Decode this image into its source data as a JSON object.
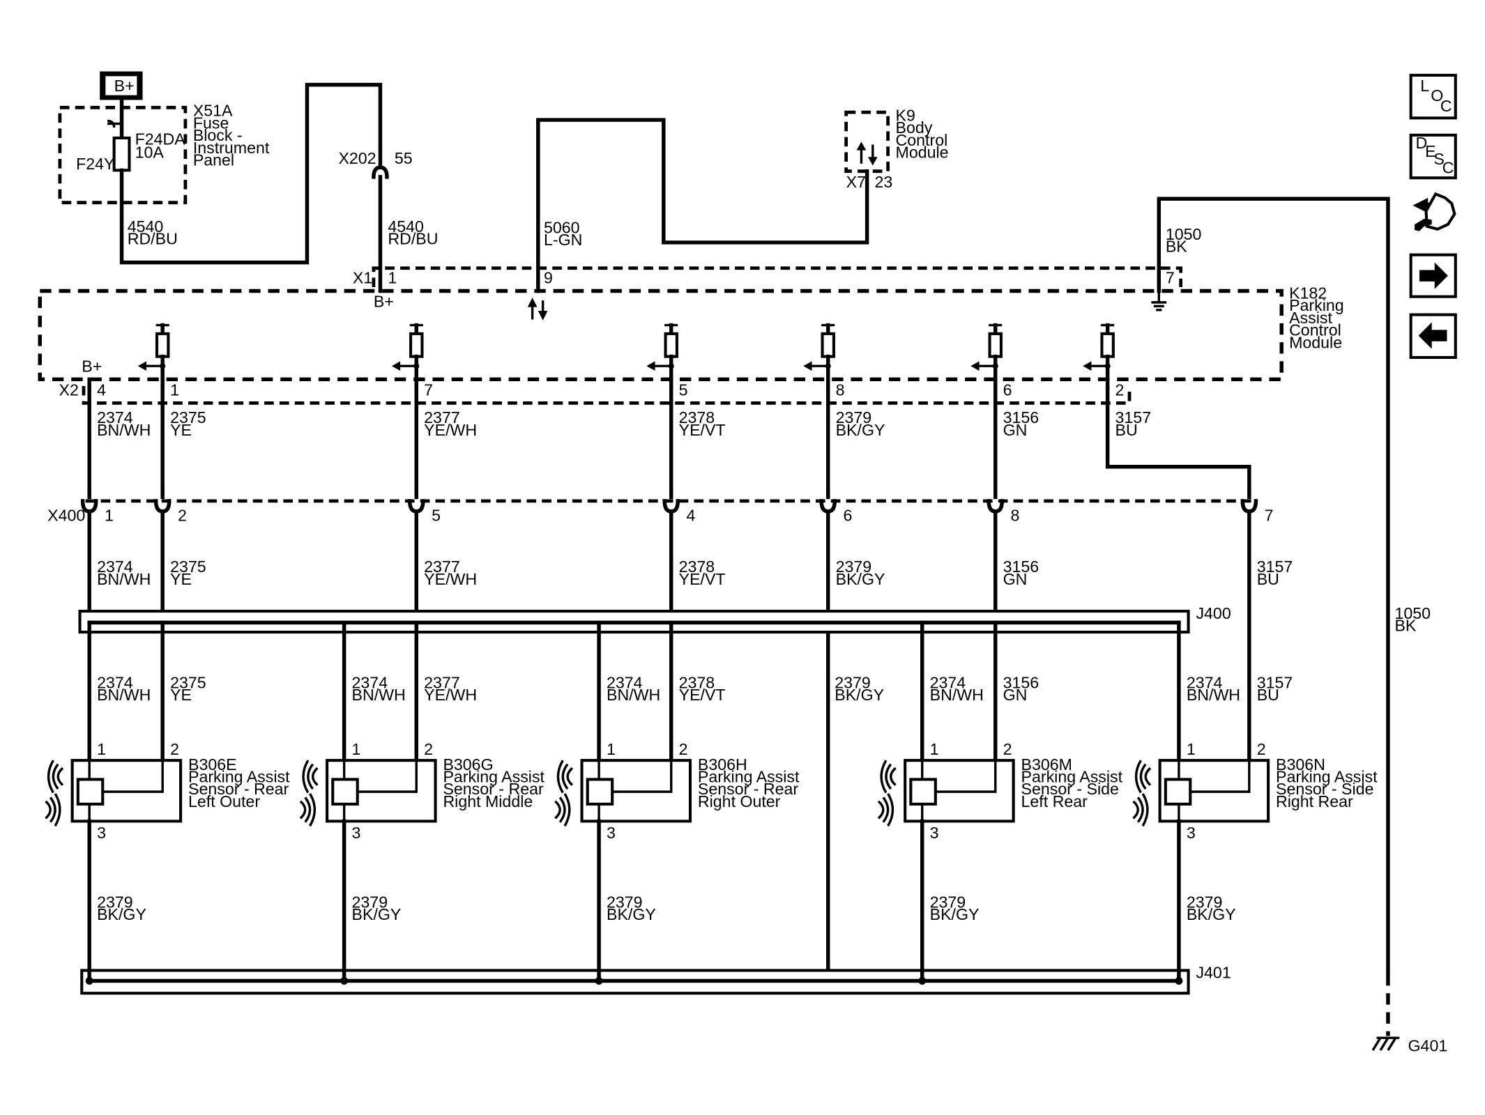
{
  "power": {
    "batt_label": "B+",
    "fuse_block_id": "X51A",
    "fuse_block_name": [
      "Fuse",
      "Block -",
      "Instrument",
      "Panel"
    ],
    "fuse_id": "F24DA",
    "fuse_rating": "10A",
    "fuse_alt_id": "F24Y"
  },
  "circuits_top": {
    "feed_a": {
      "num": "4540",
      "color": "RD/BU"
    },
    "feed_b": {
      "num": "4540",
      "color": "RD/BU"
    },
    "lin": {
      "num": "5060",
      "color": "L-GN"
    },
    "ground": {
      "num": "1050",
      "color": "BK"
    },
    "ground_right": {
      "num": "1050",
      "color": "BK"
    }
  },
  "x202": {
    "id": "X202",
    "pin": "55"
  },
  "k9": {
    "id": "K9",
    "name": [
      "Body",
      "Control",
      "Module"
    ],
    "conn": "X7",
    "pin": "23"
  },
  "k182": {
    "id": "K182",
    "name": [
      "Parking",
      "Assist",
      "Control",
      "Module"
    ],
    "x1": "X1",
    "x1_pins": [
      "1",
      "9",
      "7"
    ],
    "bplus_top": "B+",
    "bplus_x2": "B+",
    "x2": "X2",
    "x2_pins": [
      "4",
      "1",
      "7",
      "5",
      "8",
      "6",
      "2"
    ]
  },
  "x2_wires": [
    {
      "num": "2374",
      "color": "BN/WH"
    },
    {
      "num": "2375",
      "color": "YE"
    },
    {
      "num": "2377",
      "color": "YE/WH"
    },
    {
      "num": "2378",
      "color": "YE/VT"
    },
    {
      "num": "2379",
      "color": "BK/GY"
    },
    {
      "num": "3156",
      "color": "GN"
    },
    {
      "num": "3157",
      "color": "BU"
    }
  ],
  "x400": {
    "id": "X400",
    "pins": [
      "1",
      "2",
      "5",
      "4",
      "6",
      "8",
      "7"
    ]
  },
  "x400_wires": [
    {
      "num": "2374",
      "color": "BN/WH"
    },
    {
      "num": "2375",
      "color": "YE"
    },
    {
      "num": "2377",
      "color": "YE/WH"
    },
    {
      "num": "2378",
      "color": "YE/VT"
    },
    {
      "num": "2379",
      "color": "BK/GY"
    },
    {
      "num": "3156",
      "color": "GN"
    },
    {
      "num": "3157",
      "color": "BU"
    }
  ],
  "j400": {
    "id": "J400"
  },
  "j401": {
    "id": "J401"
  },
  "sensors": [
    {
      "id": "B306E",
      "name": [
        "Parking Assist",
        "Sensor - Rear",
        "Left Outer"
      ],
      "pin1": "1",
      "pin2": "2",
      "pin3": "3",
      "w1": {
        "num": "2374",
        "color": "BN/WH"
      },
      "w2": {
        "num": "2375",
        "color": "YE"
      },
      "w3": {
        "num": "2379",
        "color": "BK/GY"
      }
    },
    {
      "id": "B306G",
      "name": [
        "Parking Assist",
        "Sensor - Rear",
        "Right Middle"
      ],
      "pin1": "1",
      "pin2": "2",
      "pin3": "3",
      "w1": {
        "num": "2374",
        "color": "BN/WH"
      },
      "w2": {
        "num": "2377",
        "color": "YE/WH"
      },
      "w3": {
        "num": "2379",
        "color": "BK/GY"
      }
    },
    {
      "id": "B306H",
      "name": [
        "Parking Assist",
        "Sensor - Rear",
        "Right Outer"
      ],
      "pin1": "1",
      "pin2": "2",
      "pin3": "3",
      "w1": {
        "num": "2374",
        "color": "BN/WH"
      },
      "w2": {
        "num": "2378",
        "color": "YE/VT"
      },
      "w3": {
        "num": "2379",
        "color": "BK/GY"
      }
    },
    {
      "id": "B306M",
      "name": [
        "Parking Assist",
        "Sensor - Side",
        "Left Rear"
      ],
      "pin1": "1",
      "pin2": "2",
      "pin3": "3",
      "w1": {
        "num": "2374",
        "color": "BN/WH"
      },
      "w2": {
        "num": "3156",
        "color": "GN"
      },
      "w3": {
        "num": "2379",
        "color": "BK/GY"
      }
    },
    {
      "id": "B306N",
      "name": [
        "Parking Assist",
        "Sensor - Side",
        "Right Rear"
      ],
      "pin1": "1",
      "pin2": "2",
      "pin3": "3",
      "w1": {
        "num": "2374",
        "color": "BN/WH"
      },
      "w2": {
        "num": "3157",
        "color": "BU"
      },
      "w3": {
        "num": "2379",
        "color": "BK/GY"
      }
    }
  ],
  "jump_wire": {
    "num": "2379",
    "color": "BK/GY"
  },
  "ground_point": {
    "id": "G401"
  },
  "nav": {
    "loc": [
      "L",
      "O",
      "C"
    ],
    "desc": [
      "D",
      "E",
      "S",
      "C"
    ]
  }
}
